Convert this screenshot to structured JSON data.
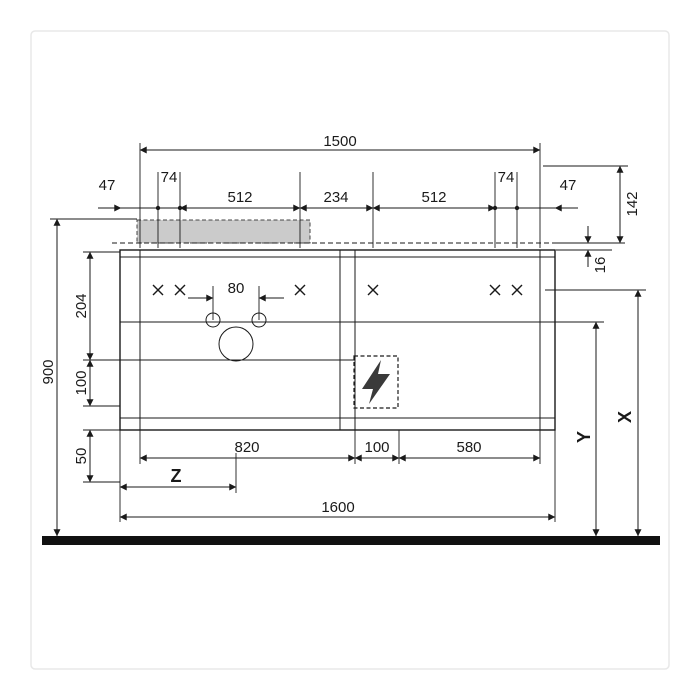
{
  "drawing": {
    "kind": "furniture technical drawing, front elevation",
    "dims": {
      "top_total": "1500",
      "top_chain": [
        "47",
        "74",
        "512",
        "234",
        "512",
        "74",
        "47"
      ],
      "right_drop": "142",
      "console_thickness": "16",
      "left_height": "900",
      "left_chain": [
        "204",
        "100",
        "50"
      ],
      "tap_spacing": "80",
      "bottom_chain": [
        "820",
        "100",
        "580"
      ],
      "bottom_total": "1600",
      "var_z": "Z",
      "var_y": "Y",
      "var_x": "X"
    },
    "colors": {
      "line": "#1a1a1a",
      "basin_fill": "#cbcbcb",
      "floor": "#111111",
      "frame": "#e8e8e8"
    },
    "icons": [
      "lightning-icon"
    ]
  }
}
